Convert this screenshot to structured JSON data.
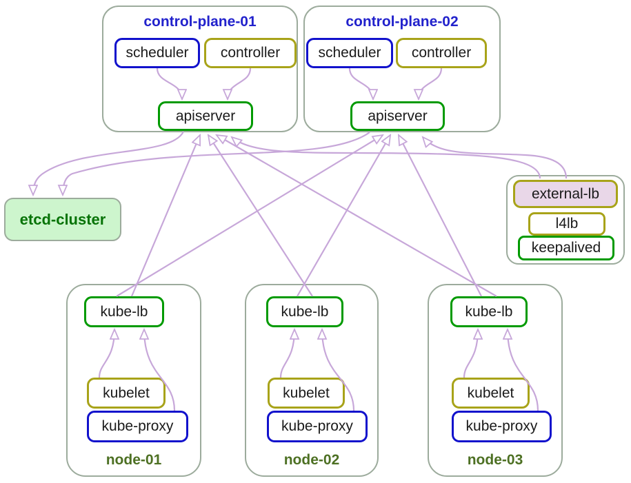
{
  "cp1": {
    "title": "control-plane-01",
    "scheduler": "scheduler",
    "controller": "controller",
    "apiserver": "apiserver"
  },
  "cp2": {
    "title": "control-plane-02",
    "scheduler": "scheduler",
    "controller": "controller",
    "apiserver": "apiserver"
  },
  "etcd": {
    "label": "etcd-cluster"
  },
  "ext": {
    "external_lb": "external-lb",
    "l4lb": "l4lb",
    "keepalived": "keepalived"
  },
  "node1": {
    "title": "node-01",
    "kube_lb": "kube-lb",
    "kubelet": "kubelet",
    "kube_proxy": "kube-proxy"
  },
  "node2": {
    "title": "node-02",
    "kube_lb": "kube-lb",
    "kubelet": "kubelet",
    "kube_proxy": "kube-proxy"
  },
  "node3": {
    "title": "node-03",
    "kube_lb": "kube-lb",
    "kubelet": "kubelet",
    "kube_proxy": "kube-proxy"
  },
  "edges": [
    {
      "from": "control-plane-01.scheduler",
      "to": "control-plane-01.apiserver"
    },
    {
      "from": "control-plane-01.controller",
      "to": "control-plane-01.apiserver"
    },
    {
      "from": "control-plane-02.scheduler",
      "to": "control-plane-02.apiserver"
    },
    {
      "from": "control-plane-02.controller",
      "to": "control-plane-02.apiserver"
    },
    {
      "from": "control-plane-01.apiserver",
      "to": "etcd-cluster"
    },
    {
      "from": "control-plane-02.apiserver",
      "to": "etcd-cluster"
    },
    {
      "from": "external-lb",
      "to": "control-plane-01.apiserver"
    },
    {
      "from": "external-lb",
      "to": "control-plane-02.apiserver"
    },
    {
      "from": "node-01.kube-lb",
      "to": "control-plane-01.apiserver"
    },
    {
      "from": "node-01.kube-lb",
      "to": "control-plane-02.apiserver"
    },
    {
      "from": "node-02.kube-lb",
      "to": "control-plane-01.apiserver"
    },
    {
      "from": "node-02.kube-lb",
      "to": "control-plane-02.apiserver"
    },
    {
      "from": "node-03.kube-lb",
      "to": "control-plane-01.apiserver"
    },
    {
      "from": "node-03.kube-lb",
      "to": "control-plane-02.apiserver"
    },
    {
      "from": "node-01.kubelet",
      "to": "node-01.kube-lb"
    },
    {
      "from": "node-01.kube-proxy",
      "to": "node-01.kube-lb"
    },
    {
      "from": "node-02.kubelet",
      "to": "node-02.kube-lb"
    },
    {
      "from": "node-02.kube-proxy",
      "to": "node-02.kube-lb"
    },
    {
      "from": "node-03.kubelet",
      "to": "node-03.kube-lb"
    },
    {
      "from": "node-03.kube-proxy",
      "to": "node-03.kube-lb"
    }
  ],
  "colors": {
    "edge_purple": "#c7a7d9",
    "group_border": "#9cab9c",
    "border_blue": "#1111cc",
    "border_olive": "#a8a319",
    "border_green": "#009a00",
    "title_blue": "#2222cc",
    "node_title_green": "#4d7023",
    "etcd_text_green": "#077307",
    "etcd_fill_green": "#cdf5cd",
    "external_lb_fill": "#e9d7e8"
  }
}
